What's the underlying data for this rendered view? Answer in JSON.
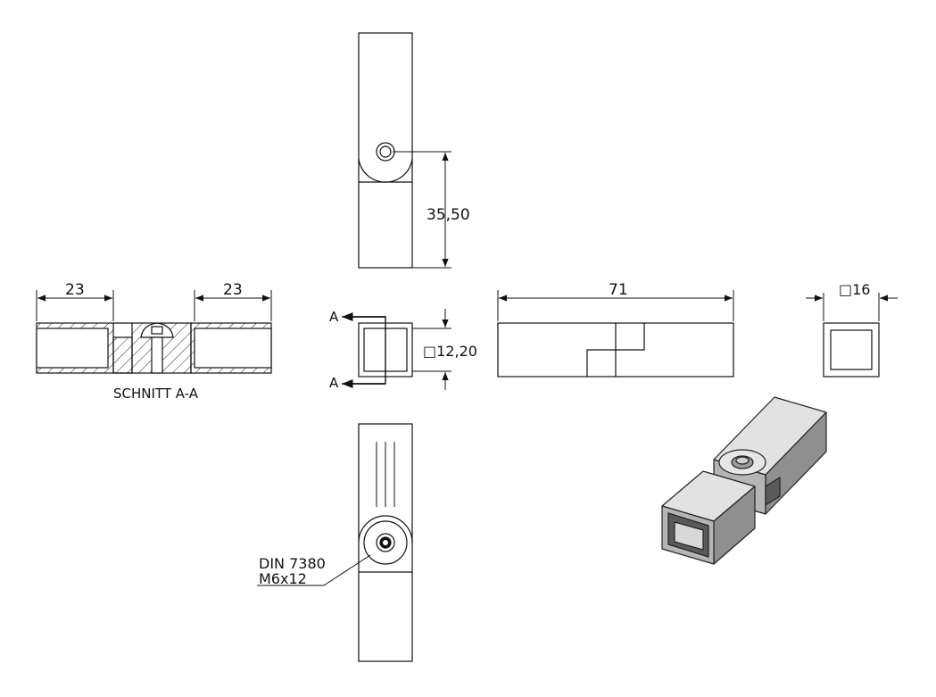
{
  "dimensions": {
    "top_view_height": "35,50",
    "section_left_width": "23",
    "section_right_width": "23",
    "front_inner_square": "□12,20",
    "side_length": "71",
    "end_outer_square": "□16"
  },
  "labels": {
    "section_mark_top": "A",
    "section_mark_bottom": "A",
    "section_title": "SCHNITT A-A",
    "callout_line1": "DIN 7380",
    "callout_line2": "M6x12"
  },
  "colors": {
    "line": "#111111",
    "iso_top": "#e2e2e2",
    "iso_side": "#8f8f8f",
    "iso_front": "#b5b5b5",
    "iso_dark": "#5a5a5a"
  }
}
